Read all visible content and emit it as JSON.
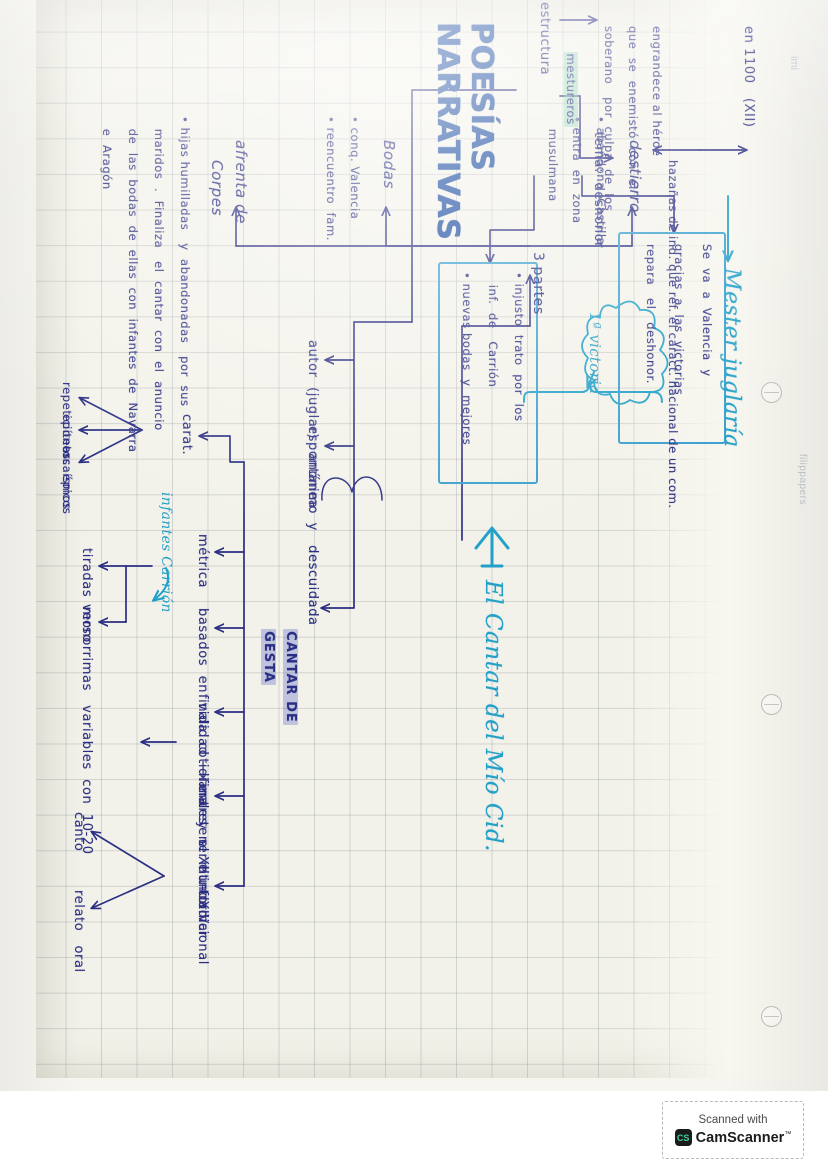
{
  "document": {
    "kind": "handwritten-mindmap-scan",
    "title": "POESÍAS NARRATIVAS",
    "title_line1": "POESÍAS",
    "title_line2": "NARRATIVAS",
    "ink_blue": "#2b2f83",
    "ink_title_blue": "#15479e",
    "ink_cyan": "#22a0c8",
    "highlight_blue": "#7a82cd",
    "highlight_green": "#78cdaa",
    "paper": "#f3f2ea"
  },
  "branches": {
    "mester": "Mester juglaría",
    "mester_desc": "hazañas de ind. que ref. el caract. nacional de un com.",
    "cantar_de_gesta_l1": "CANTAR DE",
    "cantar_de_gesta_l2": "GESTA",
    "cid_title": "El Cantar del Mío Cid."
  },
  "gesta_features": [
    {
      "label": "lit. tradicional"
    },
    {
      "label": "finales   s. XII  –  XIV"
    },
    {
      "label": "finalidad ⟶ entretener e informar"
    },
    {
      "label": "basados  en  vida  cotidiana   y  el  mundo"
    },
    {
      "label": "métrica"
    },
    {
      "label": "carat."
    }
  ],
  "tradicional_children": [
    {
      "label": "canto"
    },
    {
      "label": "relato   oral"
    }
  ],
  "metrica_children": [
    {
      "label": "verso"
    },
    {
      "label": "tiradas  monorrimas   variables  con  10-20"
    }
  ],
  "carat_children": [
    {
      "label": "arcaísmos"
    },
    {
      "label": "epítetos  épicos"
    },
    {
      "label": "repeticiones"
    }
  ],
  "top_branches": [
    {
      "label": "autor  (juglar)   anónimo"
    },
    {
      "label": "espontánea   y   descuidada"
    }
  ],
  "estructura": {
    "label": "estructura",
    "tema": "tema:  deshonor",
    "box1_lines": [
      "Se  va  a  Valencia  y",
      "gracias  a  las  victorias",
      "repara   el   deshonor."
    ],
    "box2_lines": [
      "• injusto  trato  por  los",
      "   inf.  de   Carrión",
      "• nuevas bodas  y  mejores"
    ]
  },
  "context": {
    "fecha": "en 1100   (XII)",
    "hero_l1": "engrandece al héroe",
    "hero_l2": "que  se  enemistó  con  el",
    "hero_l3": "soberano   por  culpa  de  los",
    "hero_l4": "mestureros"
  },
  "tres_partes": {
    "label": "3 partes",
    "parts": [
      {
        "name": "destierro",
        "items": [
          "• abandona  Castilla",
          "• entra  en  zona",
          "   musulmana"
        ],
        "note": "1ª victoria"
      },
      {
        "name": "Bodas",
        "items": [
          "• conq. Valencia",
          "• reencuentro  fam."
        ],
        "note": ""
      },
      {
        "name": "afrenta de",
        "name2": "Corpes",
        "items": [
          "• hijas humilladas   y  abandonadas   por  sus",
          "   maridos  .  Finaliza   el  cantar  con  el  anuncio",
          "   de  las  bodas  de  ellas  con  infantes  de  Navarra",
          "   e  Aragón"
        ],
        "note": "infantes Carrión"
      }
    ]
  },
  "watermarks": {
    "top_right": "imi",
    "mid_right": "filippapers"
  },
  "footer": {
    "scanned_with": "Scanned with",
    "app_name": "CamScanner",
    "logo_text": "CS",
    "trademark": "™"
  }
}
